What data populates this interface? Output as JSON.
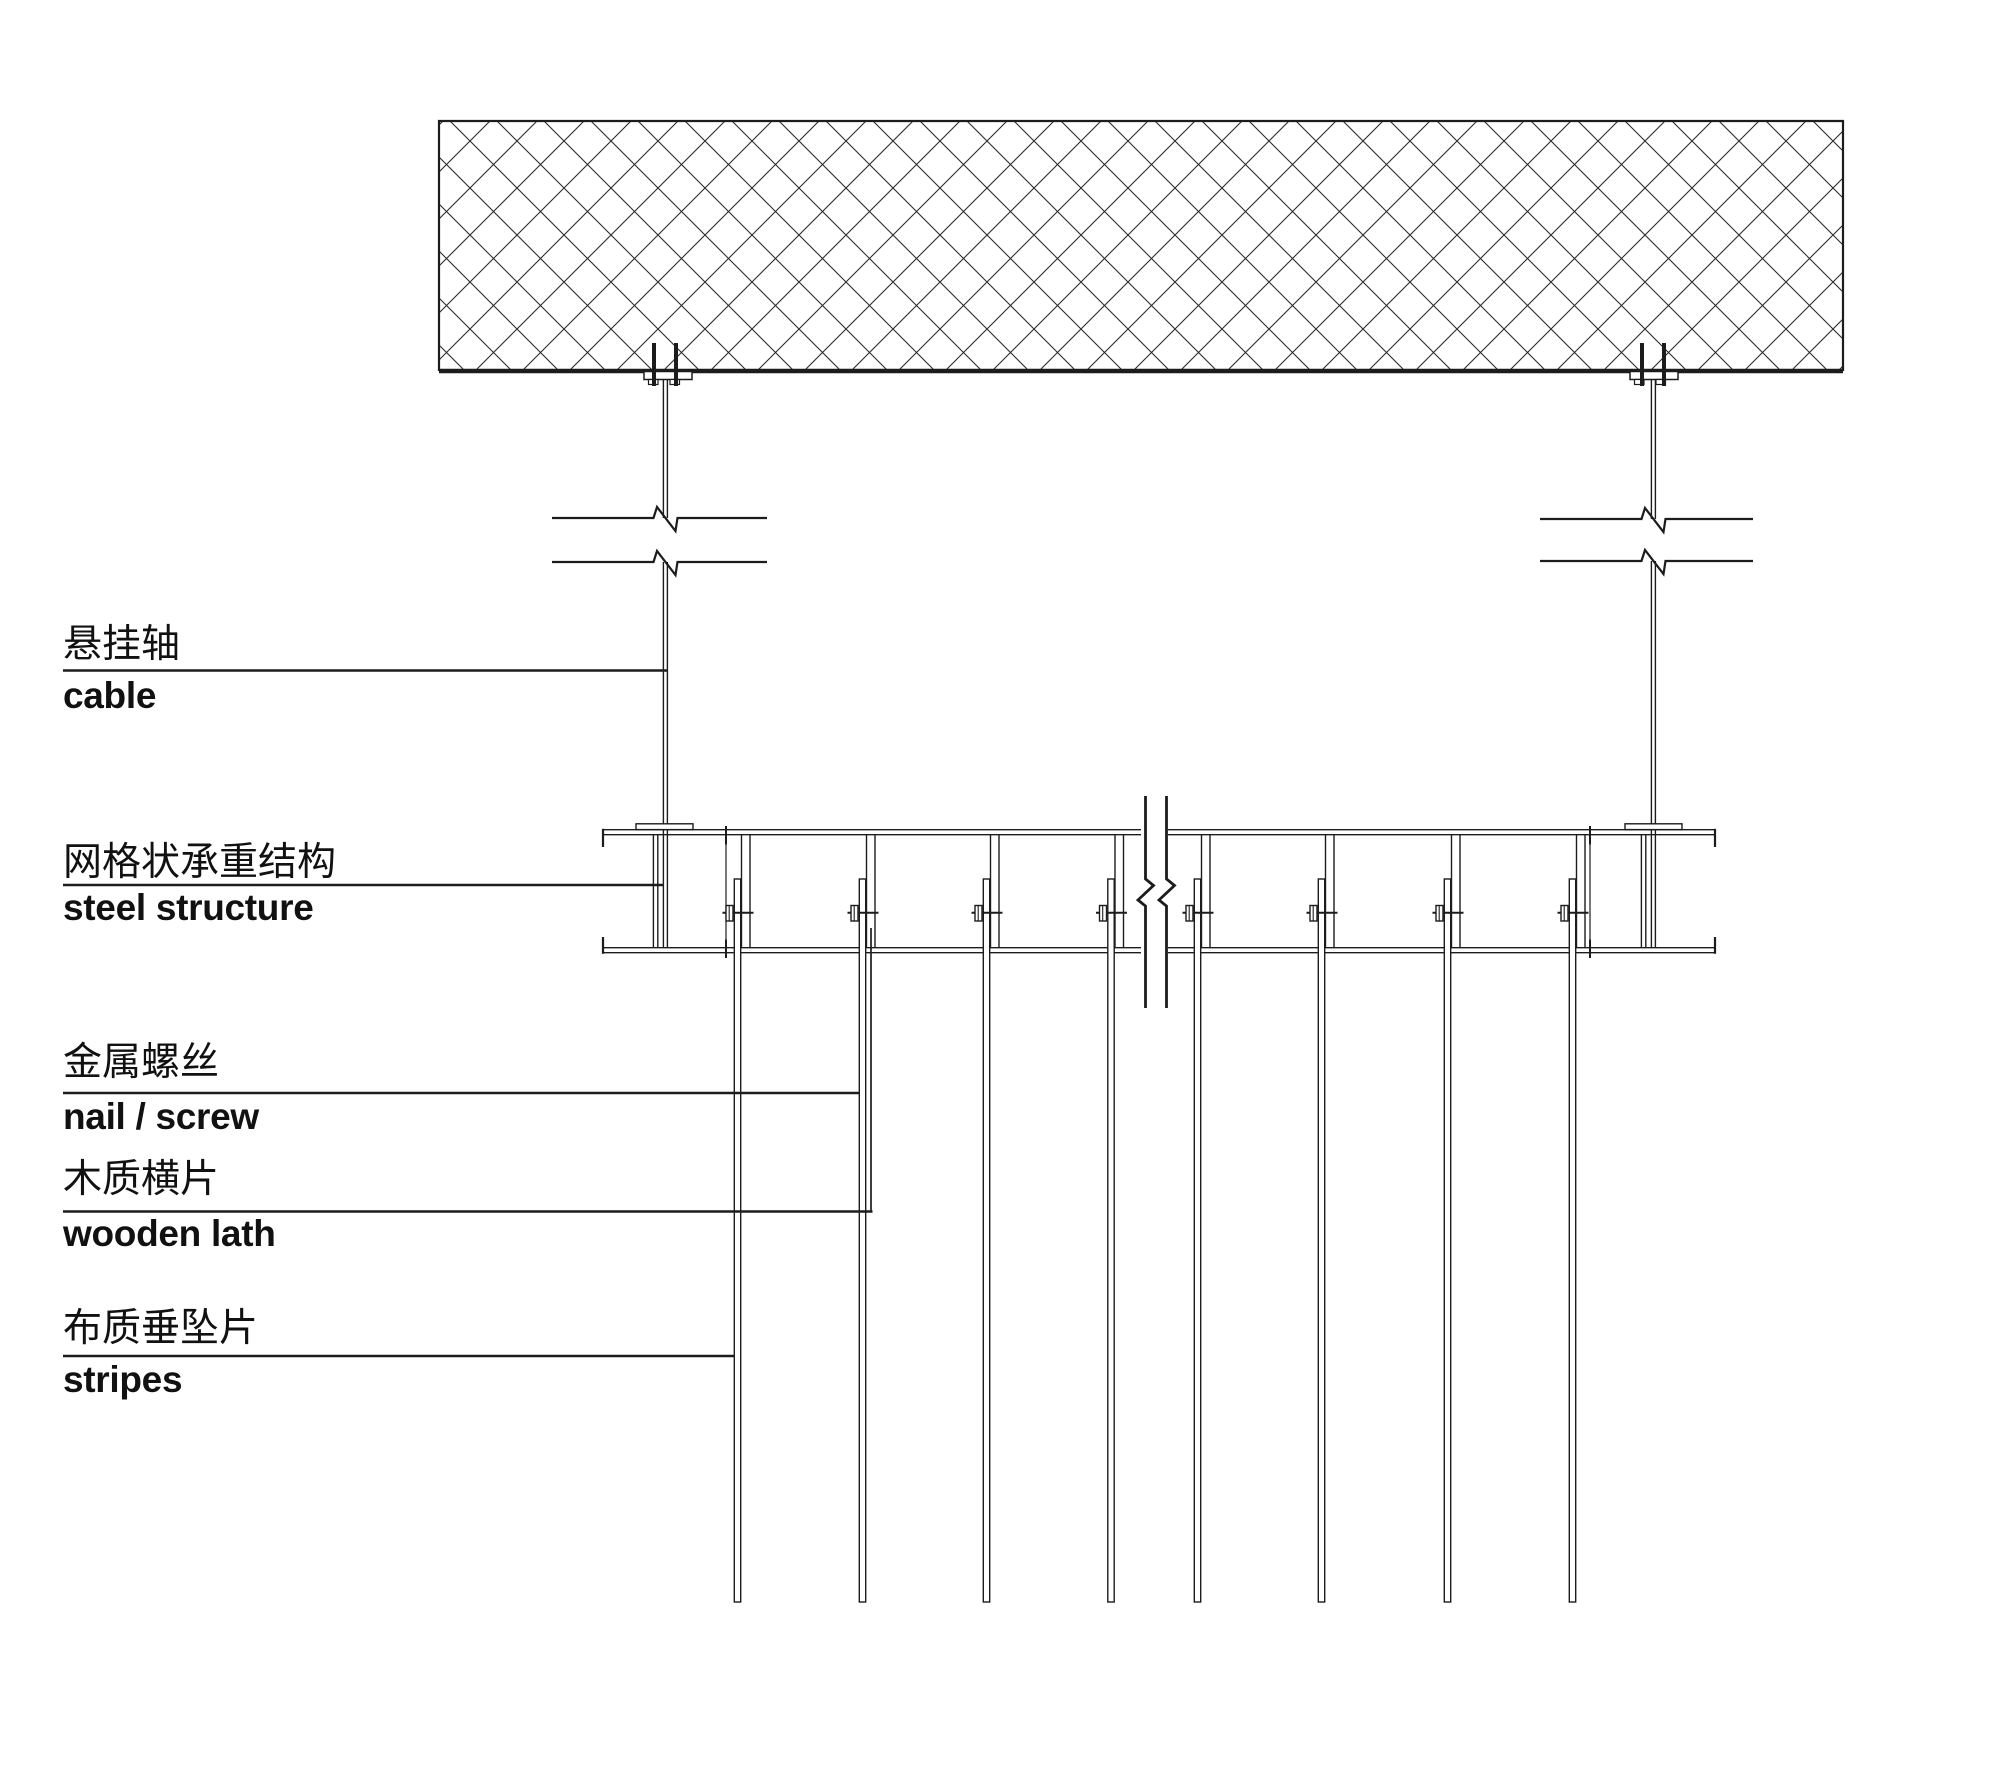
{
  "diagram": {
    "kind": "ceiling-suspension-section-detail",
    "background": "#ffffff",
    "line_color": "#1c1c1c",
    "text_color": "#111111",
    "labels": [
      {
        "id": "cable",
        "zh": "悬挂轴",
        "en": "cable"
      },
      {
        "id": "steel-structure",
        "zh": "网格状承重结构",
        "en": "steel structure"
      },
      {
        "id": "nail-screw",
        "zh": "金属螺丝",
        "en": "nail / screw"
      },
      {
        "id": "wooden-lath",
        "zh": "木质横片",
        "en": "wooden lath"
      },
      {
        "id": "stripes",
        "zh": "布质垂坠片",
        "en": "stripes"
      }
    ]
  }
}
